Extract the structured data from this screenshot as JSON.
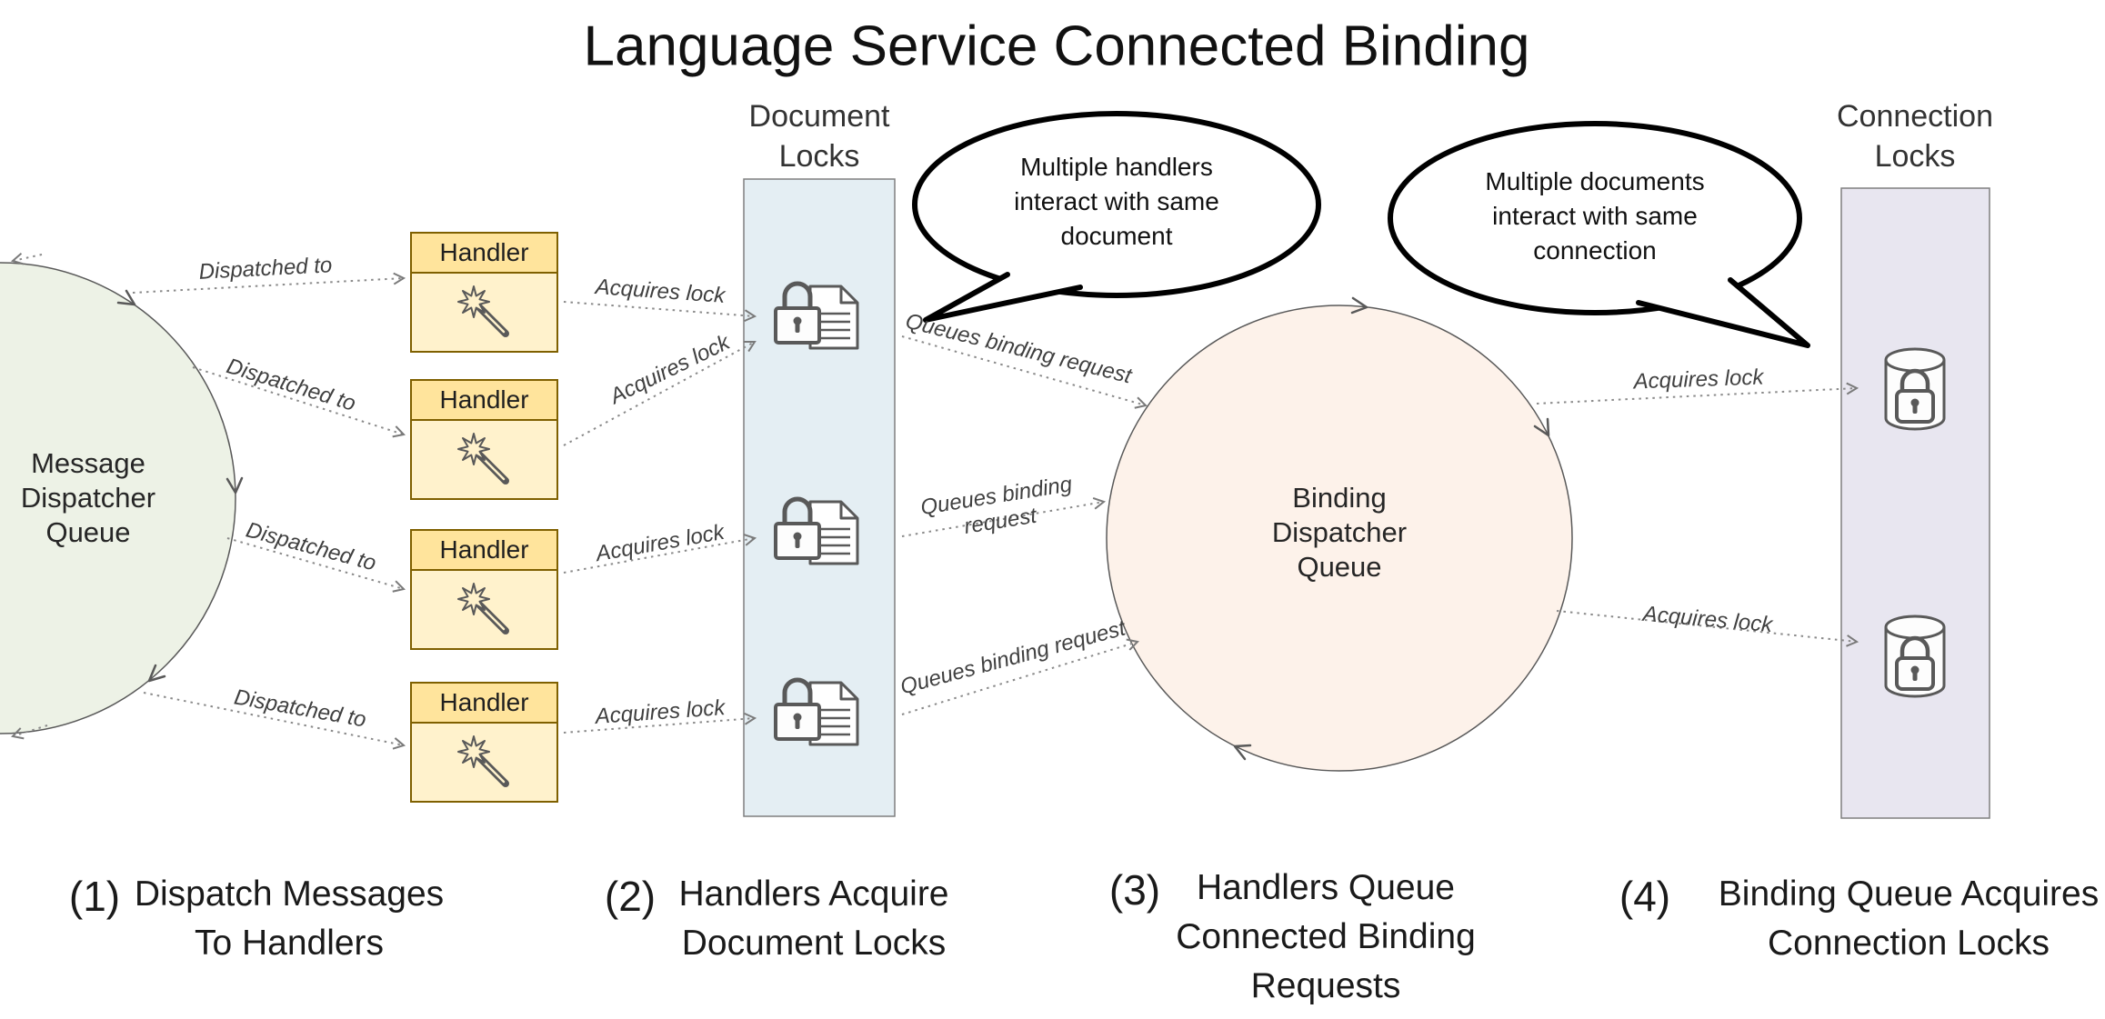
{
  "title": "Language Service Connected Binding",
  "columns": {
    "document_locks": {
      "lines": [
        "Document",
        "Locks"
      ]
    },
    "connection_locks": {
      "lines": [
        "Connection",
        "Locks"
      ]
    }
  },
  "nodes": {
    "message_queue": {
      "lines": [
        "Message",
        "Dispatcher",
        "Queue"
      ]
    },
    "binding_queue": {
      "lines": [
        "Binding",
        "Dispatcher",
        "Queue"
      ]
    },
    "handler_label": "Handler"
  },
  "bubbles": {
    "handlers": {
      "lines": [
        "Multiple handlers",
        "interact with same",
        "document"
      ]
    },
    "documents": {
      "lines": [
        "Multiple documents",
        "interact with same",
        "connection"
      ]
    }
  },
  "edge_labels": {
    "dispatched_to": "Dispatched to",
    "acquires_lock": "Acquires lock",
    "queues_binding_request": "Queues binding request",
    "queues_binding_request_lines": [
      "Queues binding",
      "request"
    ]
  },
  "captions": [
    {
      "num": "(1)",
      "lines": [
        "Dispatch Messages",
        "To Handlers"
      ]
    },
    {
      "num": "(2)",
      "lines": [
        "Handlers Acquire",
        "Document Locks"
      ]
    },
    {
      "num": "(3)",
      "lines": [
        "Handlers Queue",
        "Connected Binding",
        "Requests"
      ]
    },
    {
      "num": "(4)",
      "lines": [
        "Binding Queue Acquires",
        "Connection Locks"
      ]
    }
  ],
  "icons": {
    "handler": "magic-wand",
    "document_lock": "padlock-with-document",
    "connection_lock": "database-with-padlock"
  },
  "colors": {
    "message_queue_fill": "#edf2e6",
    "binding_queue_fill": "#fdf2ea",
    "document_locks_fill": "#e4eef3",
    "connection_locks_fill": "#e8e6f0",
    "handler_header_fill": "#ffe49c",
    "handler_body_fill": "#fff2cc",
    "icon_stroke": "#595959",
    "connector": "#8a8a8a"
  }
}
